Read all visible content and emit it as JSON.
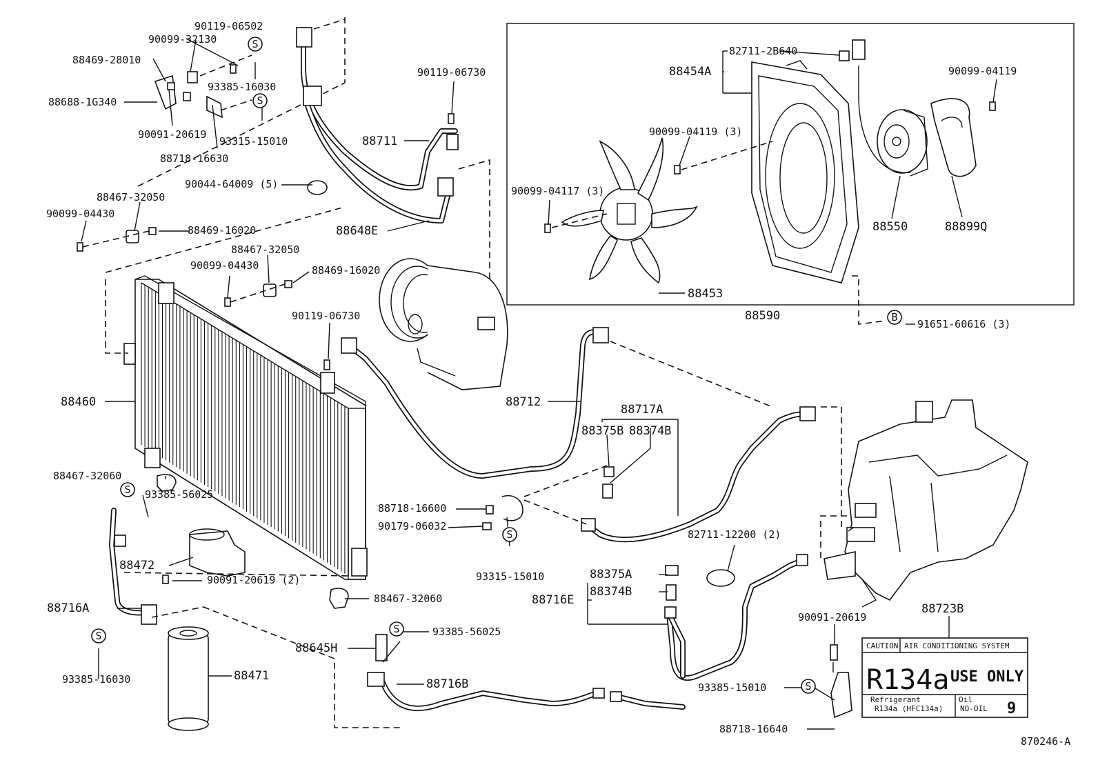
{
  "parts": {
    "p1": "90119-06502",
    "p2": "90099-32130",
    "p3": "88469-28010",
    "p4": "88688-1G340",
    "p5": "90091-20619",
    "p6": "93385-16030",
    "p7": "93315-15010",
    "p8": "88718-16630",
    "p9": "90044-64009 (5)",
    "p10": "88467-32050",
    "p11": "90099-04430",
    "p12": "88469-16020",
    "p13": "88467-32050",
    "p14": "90099-04430",
    "p15": "88469-16020",
    "p16": "90119-06730",
    "p17": "88711",
    "p18": "88648E",
    "p19": "90119-06730",
    "p20": "88460",
    "p21": "88712",
    "p22": "88717A",
    "p23": "88375B",
    "p24": "88374B",
    "p25": "88467-32060",
    "p26": "93385-56025",
    "p27": "88718-16600",
    "p28": "90179-06032",
    "p29": "93315-15010",
    "p30": "88472",
    "p31": "90091-20619 (2)",
    "p32": "88716A",
    "p33": "88467-32060",
    "p34": "93385-16030",
    "p35": "88471",
    "p36": "88645H",
    "p37": "93385-56025",
    "p38": "88716B",
    "p39": "88375A",
    "p40": "88374B",
    "p41": "88716E",
    "p42": "82711-12200 (2)",
    "p43": "93385-15010",
    "p44": "88718-16640",
    "p45": "90091-20619",
    "p46": "88723B",
    "p47": "82711-2B640",
    "p48": "88454A",
    "p49": "90099-04119",
    "p50": "90099-04119 (3)",
    "p51": "90099-04117 (3)",
    "p52": "88453",
    "p53": "88590",
    "p54": "88550",
    "p55": "88899Q",
    "p56": "91651-60616 (3)"
  },
  "markers": {
    "s": "S",
    "b": "B"
  },
  "caution_label": {
    "caution": "CAUTION",
    "system": "AIR CONDITIONING SYSTEM",
    "refrigerant_code": "R134a",
    "use_only": "USE ONLY",
    "refrigerant_word": "Refrigerant",
    "refrigerant_type": "R134a (HFC134a)",
    "oil_word": "Oil",
    "oil_value": "NO-OIL",
    "oil_number": "9"
  },
  "figure_id": "870246-A"
}
